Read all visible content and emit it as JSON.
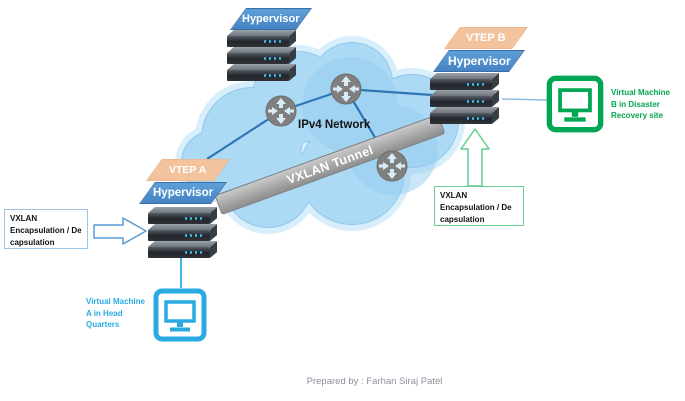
{
  "colors": {
    "vtep": "#F2C39D",
    "hypervisor": "#4E8FD0",
    "cloud": "#ACD9F4",
    "tunnel": "#A6A6A6",
    "link": "#2E75B6",
    "router": "#7F7F7F",
    "vm_a": "#29ABE2",
    "vm_b": "#00A651",
    "box_a_border": "#9DC3E6",
    "box_b_border": "#6BCD96"
  },
  "top_hypervisor": {
    "label": "Hypervisor"
  },
  "cloud": {
    "label": "IPv4 Network"
  },
  "tunnel": {
    "label": "VXLAN Tunnel"
  },
  "site_a": {
    "vtep_label": "VTEP A",
    "hypervisor_label": "Hypervisor",
    "encap_box": {
      "line1": "VXLAN",
      "line2": "Encapsulation / De",
      "line3": "capsulation"
    },
    "vm_caption": {
      "line1": "Virtual Machine",
      "line2": "A in Head",
      "line3": "Quarters"
    }
  },
  "site_b": {
    "vtep_label": "VTEP B",
    "hypervisor_label": "Hypervisor",
    "encap_box": {
      "line1": "VXLAN",
      "line2": "Encapsulation / De",
      "line3": "capsulation"
    },
    "vm_caption": {
      "line1": "Virtual Machine",
      "line2": "B in Disaster",
      "line3": "Recovery  site"
    }
  },
  "footer": {
    "text": "Prepared by : Farhan Siraj Patel"
  }
}
